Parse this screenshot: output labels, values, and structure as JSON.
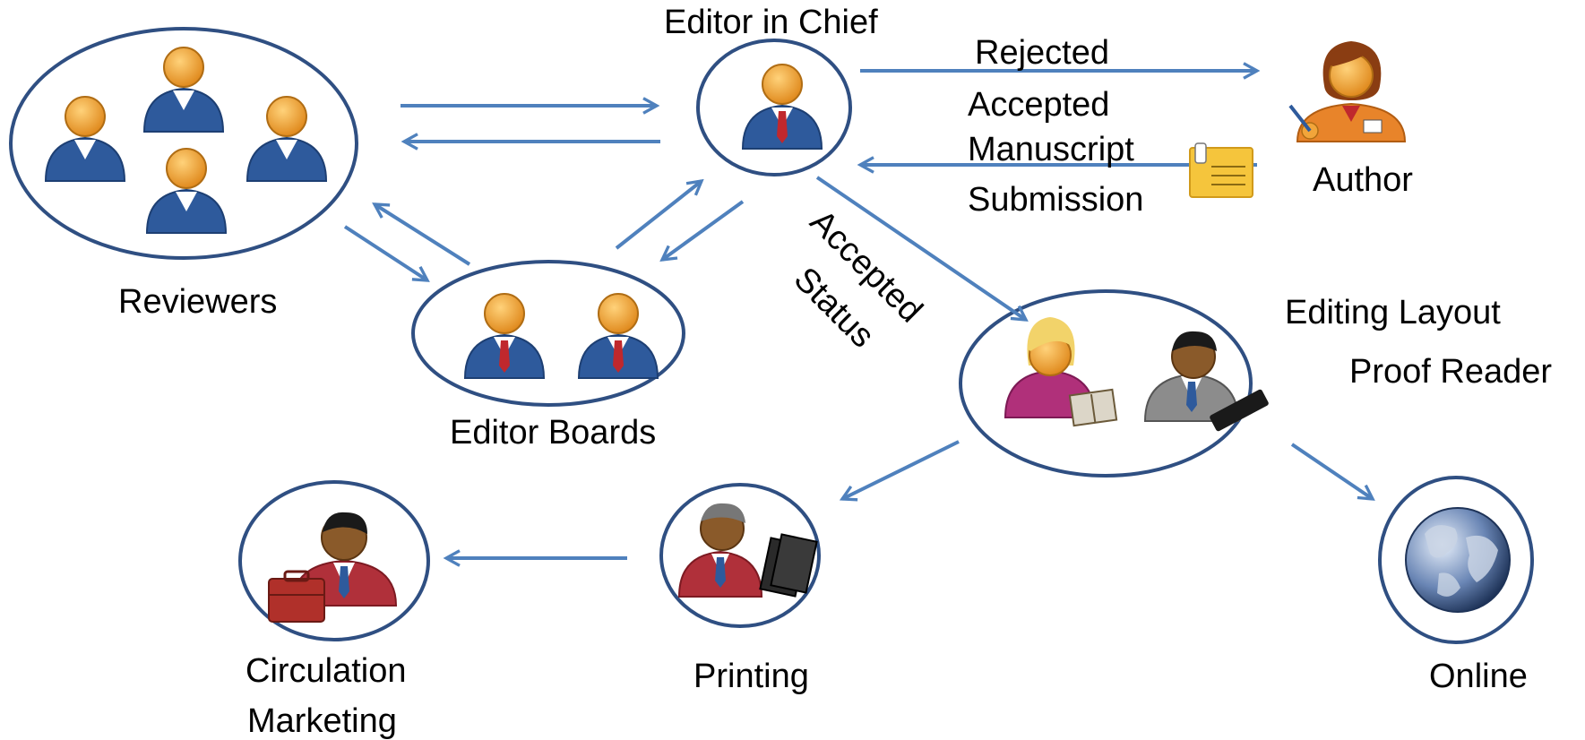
{
  "colors": {
    "ellipse_stroke": "#2f4f82",
    "arrow": "#4f81bd",
    "suit_blue": "#2e5a9c",
    "head_orange": "#f2a53a",
    "tie_red": "#c0282d"
  },
  "nodes": {
    "editor_in_chief": "Editor in Chief",
    "reviewers": "Reviewers",
    "editor_boards": "Editor Boards",
    "author": "Author",
    "editing_layout": "Editing Layout",
    "proof_reader": "Proof Reader",
    "printing": "Printing",
    "circulation": "Circulation",
    "marketing": "Marketing",
    "online": "Online"
  },
  "edge_labels": {
    "rejected": "Rejected",
    "accepted_manuscript_1": "Accepted",
    "accepted_manuscript_2": "Manuscript",
    "submission": "Submission",
    "accepted_status_1": "Accepted",
    "accepted_status_2": "Status"
  },
  "icons": {
    "reviewers": "four-business-people-icons",
    "editor_in_chief": "business-person-icon",
    "editor_boards": "two-business-people-icons",
    "author": "woman-author-icon",
    "manuscript": "document-icon",
    "editing": "editor-and-proofreader-icons",
    "printing": "printer-person-icon",
    "circulation": "salesman-briefcase-icon",
    "online": "globe-icon"
  }
}
